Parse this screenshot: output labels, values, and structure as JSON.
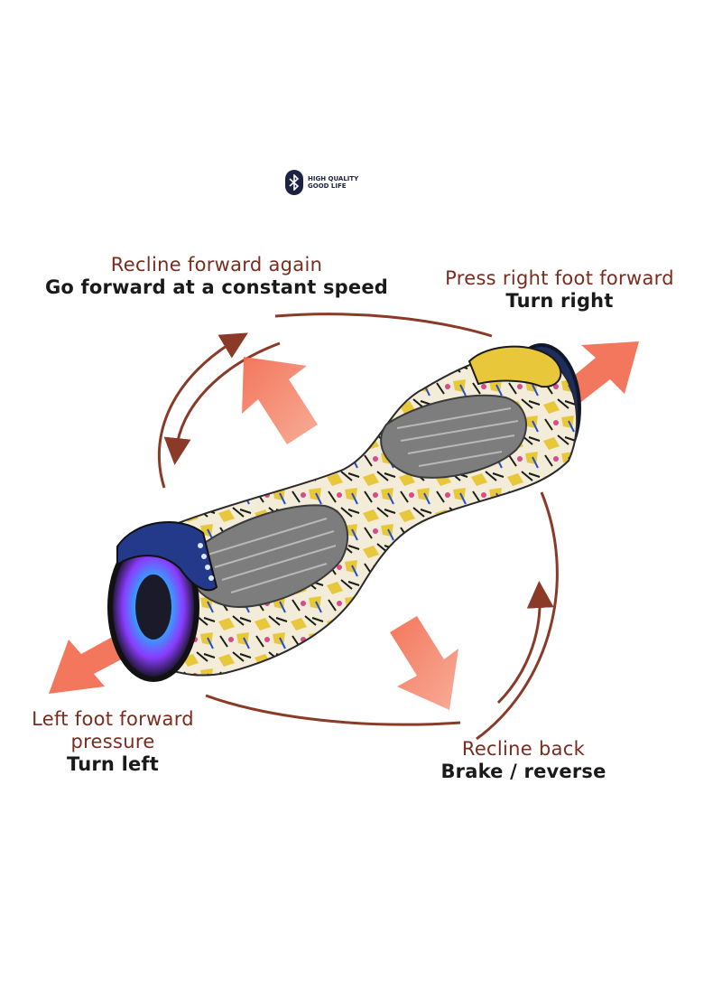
{
  "logo": {
    "line1": "HIGH QUALITY",
    "line2": "GOOD LIFE",
    "icon": "bluetooth-icon"
  },
  "captions": {
    "forward": {
      "sub": "Recline forward again",
      "main": "Go forward at a constant speed"
    },
    "right": {
      "sub": "Press right foot forward",
      "main": "Turn right"
    },
    "left": {
      "sub": "Left foot forward",
      "sub2": "pressure",
      "main": "Turn left"
    },
    "back": {
      "sub": "Recline back",
      "main": "Brake / reverse"
    }
  },
  "colors": {
    "caption": "#7a2c1e",
    "main": "#1a1a1a",
    "arrow": "#f26b4e",
    "curve": "#8a3a26",
    "board_body": "#f2ecd8",
    "foot_pad": "#7d7d7d",
    "wheel_glow": "#2ea8ff"
  }
}
